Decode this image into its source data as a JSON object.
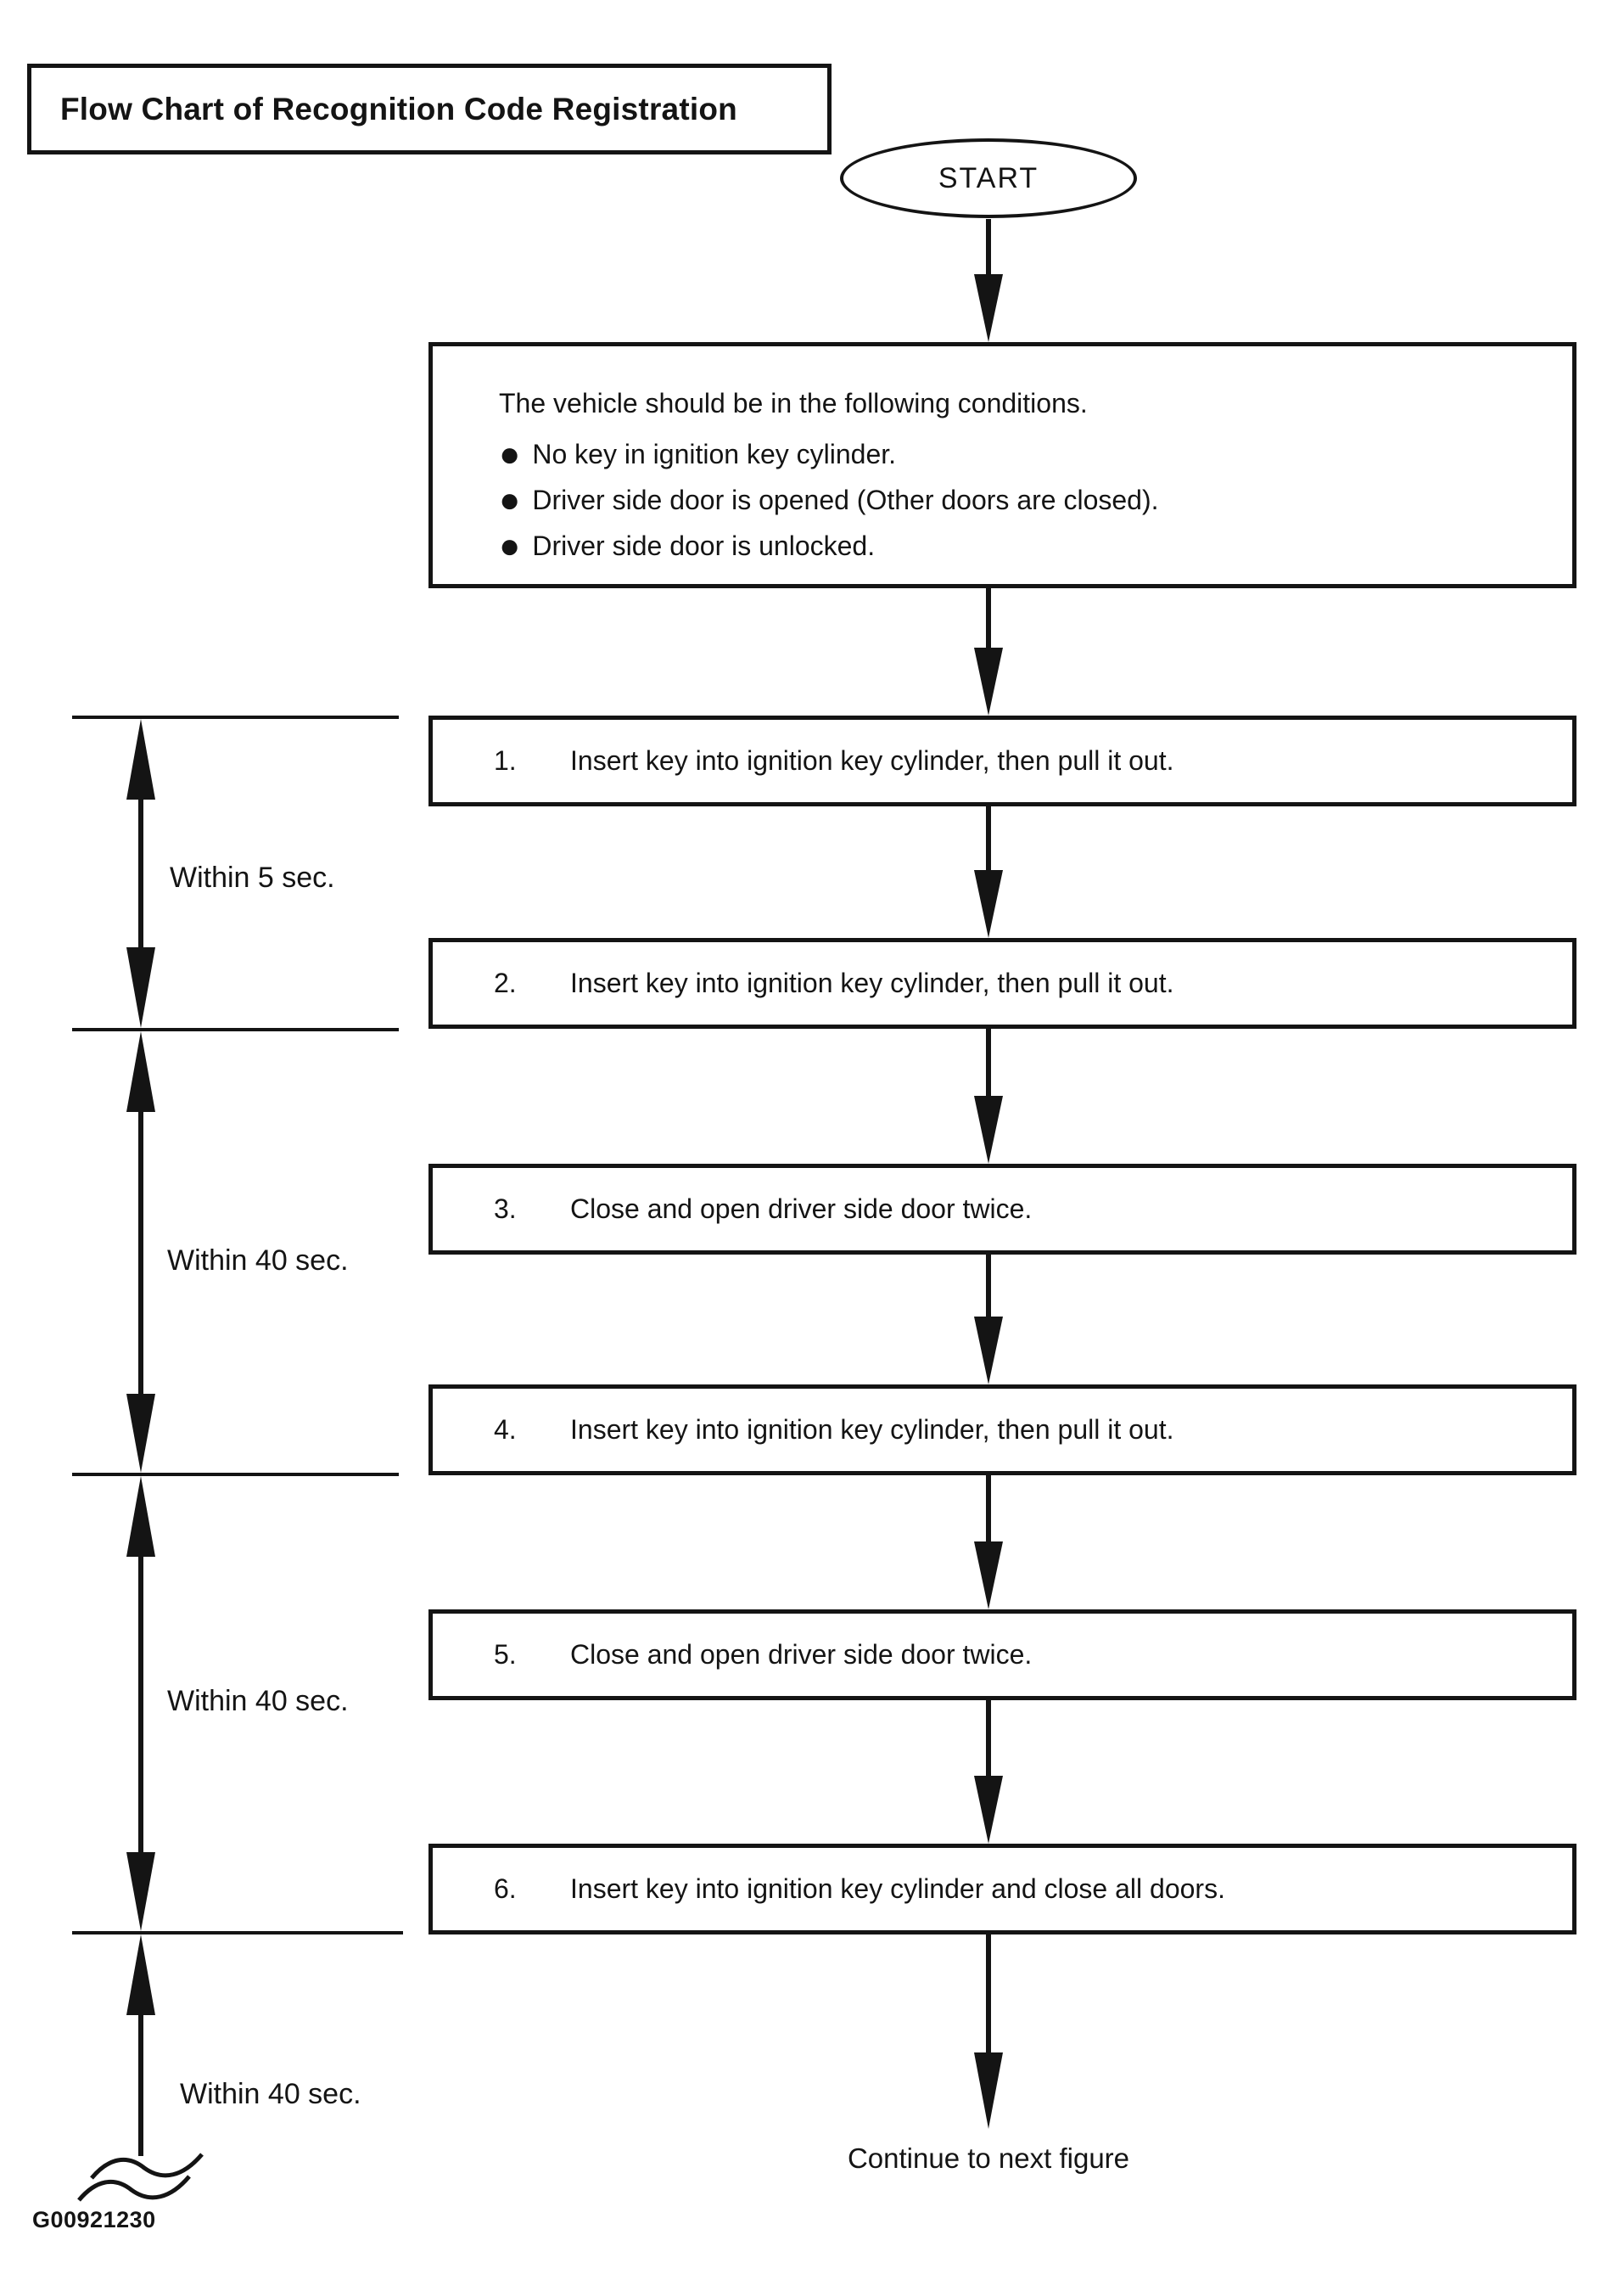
{
  "page": {
    "title": "Flow Chart of Recognition Code Registration",
    "start_label": "START",
    "continue_label": "Continue to next figure",
    "figure_code": "G00921230"
  },
  "conditions": {
    "intro": "The vehicle should be in the following conditions.",
    "bullet_glyph": "●",
    "bullets": [
      "No key in ignition key cylinder.",
      "Driver side door is opened (Other doors are closed).",
      "Driver side door is unlocked."
    ]
  },
  "steps": [
    {
      "num": "1.",
      "text": "Insert key into ignition key cylinder, then pull it out."
    },
    {
      "num": "2.",
      "text": "Insert key into ignition key cylinder, then pull it out."
    },
    {
      "num": "3.",
      "text": "Close and open driver side door twice."
    },
    {
      "num": "4.",
      "text": "Insert key into ignition key cylinder, then pull it out."
    },
    {
      "num": "5.",
      "text": "Close and open driver side door twice."
    },
    {
      "num": "6.",
      "text": "Insert key into ignition key cylinder and close all doors."
    }
  ],
  "timers": [
    {
      "label": "Within 5 sec."
    },
    {
      "label": "Within 40 sec."
    },
    {
      "label": "Within 40 sec."
    },
    {
      "label": "Within 40 sec."
    }
  ],
  "colors": {
    "ink": "#141414",
    "paper": "#ffffff"
  }
}
